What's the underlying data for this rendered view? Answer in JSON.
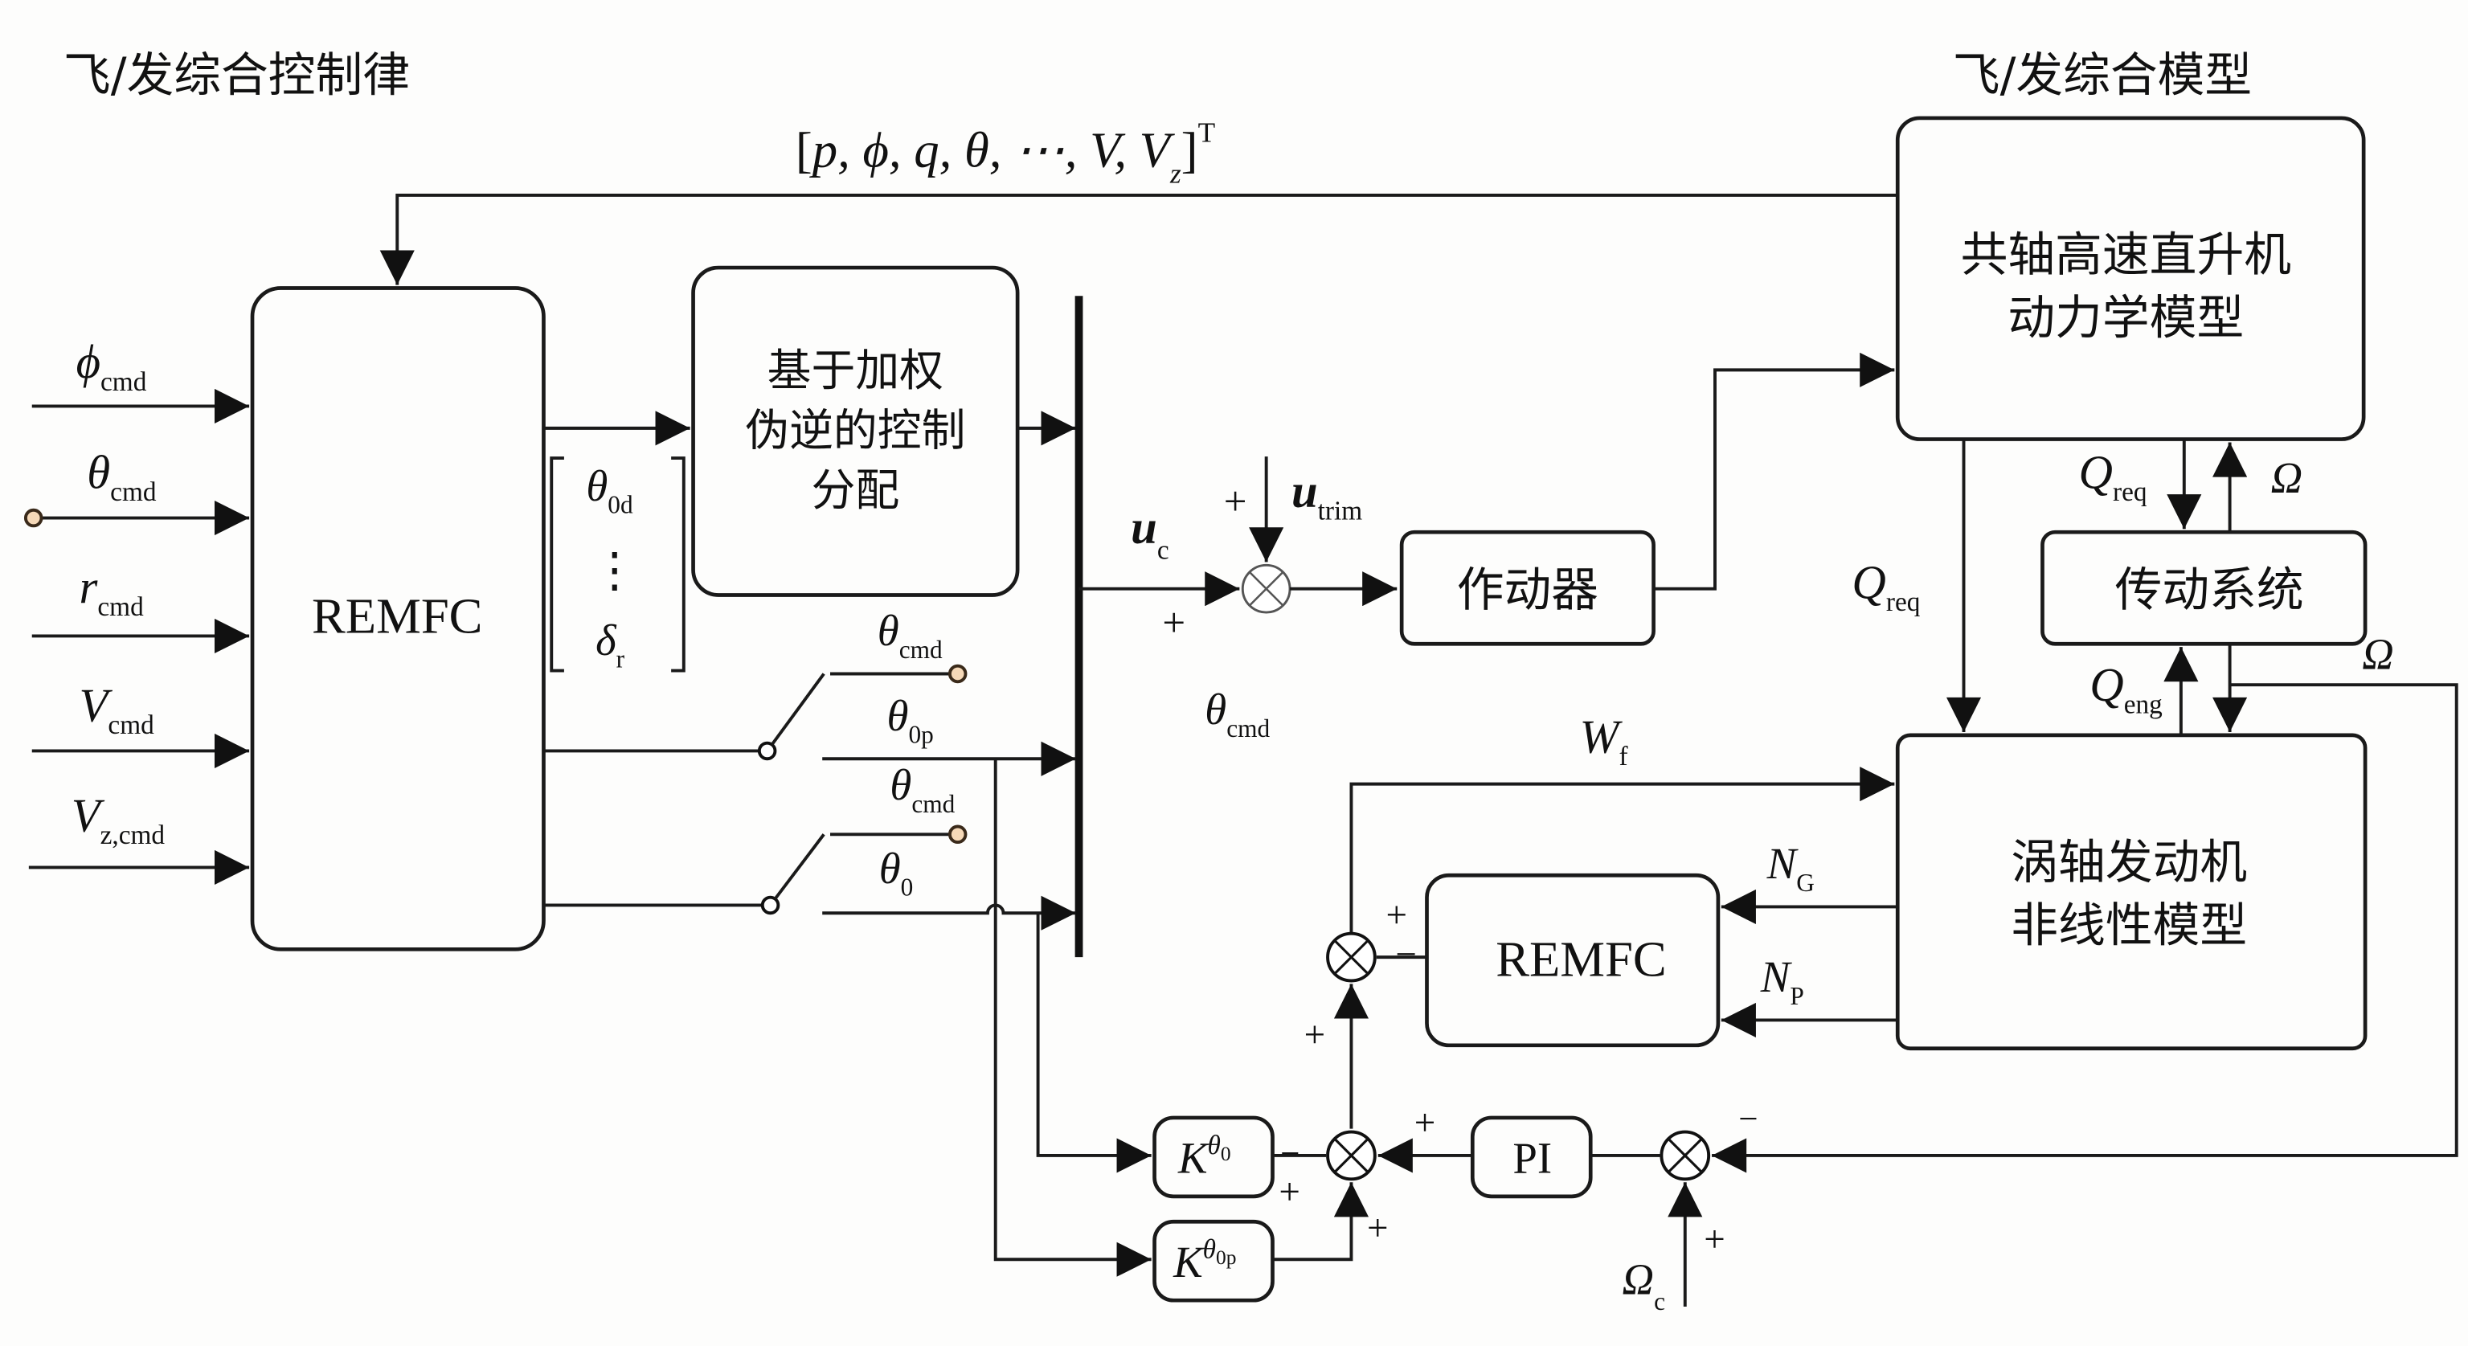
{
  "titles": {
    "left": "飞/发综合控制律",
    "right": "飞/发综合模型"
  },
  "feedback_vector": {
    "open": "[",
    "body": "p, ϕ, q, θ, ⋯, V, V",
    "sub": "z",
    "close": "]",
    "sup": "T"
  },
  "inputs": [
    {
      "sym": "ϕ",
      "sub": "cmd"
    },
    {
      "sym": "θ",
      "sub": "cmd"
    },
    {
      "sym": "r",
      "sub": "cmd"
    },
    {
      "sym": "V",
      "sub": "cmd"
    },
    {
      "sym": "V",
      "sub": "z,cmd"
    }
  ],
  "blocks": {
    "remfc_main": "REMFC",
    "allocation": [
      "基于加权",
      "伪逆的控制",
      "分配"
    ],
    "actuator": "作动器",
    "heli_model": [
      "共轴高速直升机",
      "动力学模型"
    ],
    "transmission": "传动系统",
    "engine_model": [
      "涡轴发动机",
      "非线性模型"
    ],
    "remfc_engine": "REMFC",
    "pi": "PI",
    "k_theta0": {
      "base": "K",
      "sup": "θ",
      "supsub": "0"
    },
    "k_theta0p": {
      "base": "K",
      "sup": "θ",
      "supsub": "0p"
    }
  },
  "vector_labels": {
    "theta0d": {
      "sym": "θ",
      "sub": "0d"
    },
    "dots": "⋮",
    "delta_r": {
      "sym": "δ",
      "sub": "r"
    }
  },
  "switch_labels": {
    "theta_cmd_1": {
      "sym": "θ",
      "sub": "cmd"
    },
    "theta_0p": {
      "sym": "θ",
      "sub": "0p"
    },
    "theta_cmd_2": {
      "sym": "θ",
      "sub": "cmd"
    },
    "theta_0": {
      "sym": "θ",
      "sub": "0"
    },
    "theta_cmd_3": {
      "sym": "θ",
      "sub": "cmd"
    }
  },
  "signals": {
    "u_c": {
      "sym": "u",
      "sub": "c"
    },
    "u_trim": {
      "sym": "u",
      "sub": "trim"
    },
    "q_req_1": {
      "sym": "Q",
      "sub": "req"
    },
    "q_req_2": {
      "sym": "Q",
      "sub": "req"
    },
    "omega_1": "Ω",
    "omega_2": "Ω",
    "q_eng": {
      "sym": "Q",
      "sub": "eng"
    },
    "w_f": {
      "sym": "W",
      "sub": "f"
    },
    "n_g": {
      "sym": "N",
      "sub": "G"
    },
    "n_p": {
      "sym": "N",
      "sub": "P"
    },
    "omega_c": {
      "sym": "Ω",
      "sub": "c"
    }
  },
  "signs": {
    "plus": "+",
    "minus": "−"
  },
  "colors": {
    "terminal_fill": "#f6d9b8",
    "terminal_stroke": "#3a2a1a",
    "heli_box_fill": "#fcf8f9"
  }
}
